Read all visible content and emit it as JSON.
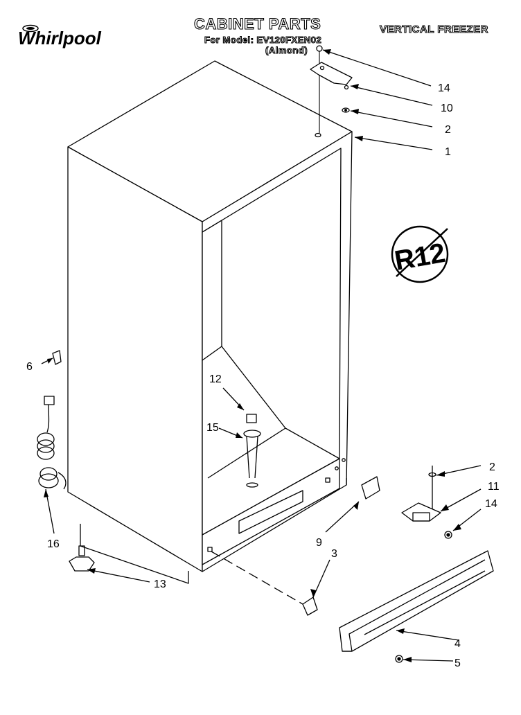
{
  "header": {
    "title": "CABINET PARTS",
    "model_line": "For Model: EV120FXEN02",
    "color_line": "(Almond)",
    "product_type": "VERTICAL FREEZER",
    "brand": "Whirlpool"
  },
  "badge": {
    "text": "R12"
  },
  "callouts": [
    {
      "id": "c14a",
      "label": "14"
    },
    {
      "id": "c10",
      "label": "10"
    },
    {
      "id": "c2a",
      "label": "2"
    },
    {
      "id": "c1",
      "label": "1"
    },
    {
      "id": "c6",
      "label": "6"
    },
    {
      "id": "c12",
      "label": "12"
    },
    {
      "id": "c15",
      "label": "15"
    },
    {
      "id": "c2b",
      "label": "2"
    },
    {
      "id": "c11",
      "label": "11"
    },
    {
      "id": "c14b",
      "label": "14"
    },
    {
      "id": "c9",
      "label": "9"
    },
    {
      "id": "c3",
      "label": "3"
    },
    {
      "id": "c16",
      "label": "16"
    },
    {
      "id": "c13",
      "label": "13"
    },
    {
      "id": "c4",
      "label": "4"
    },
    {
      "id": "c5",
      "label": "5"
    }
  ]
}
